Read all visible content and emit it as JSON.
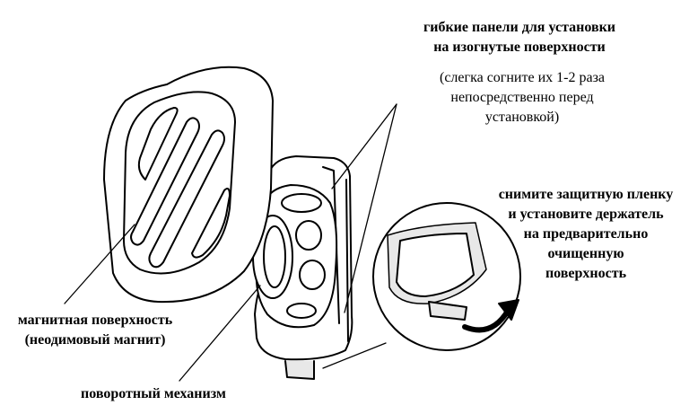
{
  "labels": {
    "flex_panels": {
      "title_1": "гибкие панели для установки",
      "title_2": "на изогнутые поверхности",
      "note_1": "(слегка согните их 1-2 раза",
      "note_2": "непосредственно перед",
      "note_3": "установкой)"
    },
    "peel_film": {
      "line_1": "снимите защитную пленку",
      "line_2": "и установите держатель",
      "line_3": "на предварительно",
      "line_4": "очищенную",
      "line_5": "поверхность"
    },
    "magnet": {
      "line_1": "магнитная поверхность",
      "line_2": "(неодимовый магнит)"
    },
    "swivel": {
      "line_1": "поворотный механизм"
    }
  },
  "colors": {
    "stroke": "#000000",
    "fill": "#ffffff",
    "shade": "#e8e8e8"
  }
}
